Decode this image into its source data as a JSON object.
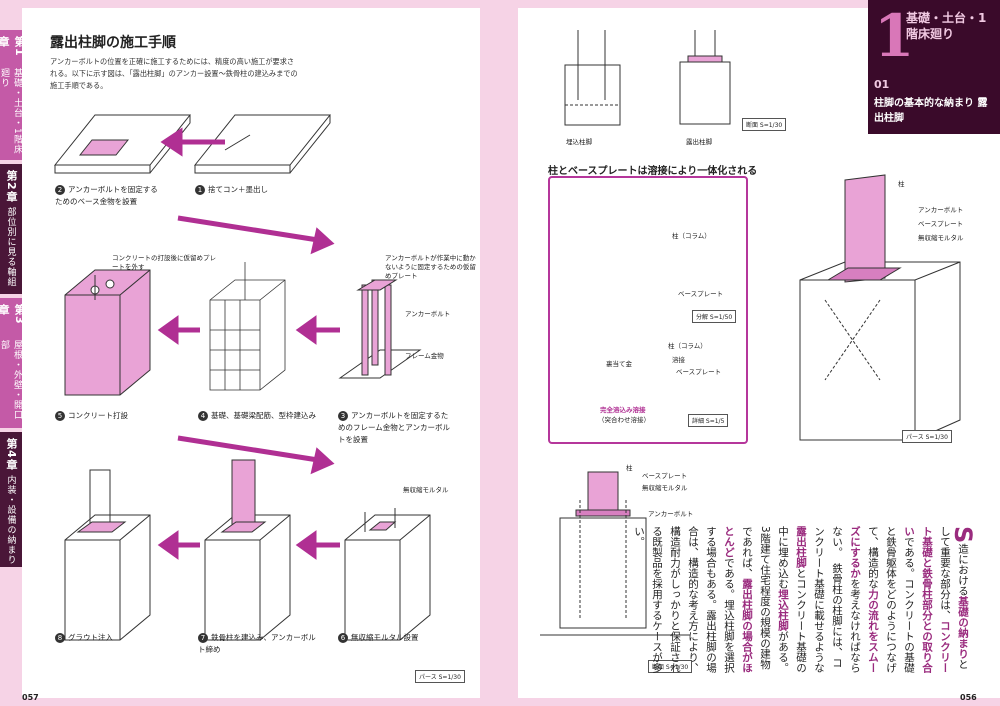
{
  "left": {
    "heading": "露出柱脚の施工手順",
    "intro": "アンカーボルトの位置を正確に施工するためには、精度の高い施工が要求される。以下に示す図は、「露出柱脚」のアンカー設置〜鉄骨柱の建込みまでの施工手順である。",
    "tabs": [
      {
        "num": "第1章",
        "label": "基礎・土台・1階床廻り"
      },
      {
        "num": "第2章",
        "label": "部位別に見る軸組"
      },
      {
        "num": "第3章",
        "label": "屋根・外壁・開口部"
      },
      {
        "num": "第4章",
        "label": "内装・設備の納まり"
      }
    ],
    "steps": [
      {
        "num": "1",
        "text": "捨てコン＋墨出し"
      },
      {
        "num": "2",
        "text": "アンカーボルトを固定するためのベース金物を設置"
      },
      {
        "num": "3",
        "text": "アンカーボルトを固定するためのフレーム金物とアンカーボルトを設置"
      },
      {
        "num": "4",
        "text": "基礎、基礎梁配筋、型枠建込み"
      },
      {
        "num": "5",
        "text": "コンクリート打設"
      },
      {
        "num": "6",
        "text": "無収縮モルタル設置"
      },
      {
        "num": "7",
        "text": "鉄骨柱を建込み、アンカーボルト締め"
      },
      {
        "num": "8",
        "text": "グラウト注入"
      }
    ],
    "labels": {
      "plate_note": "コンクリートの打設後に仮留めプレートを外す",
      "anchor_note": "アンカーボルトが作業中に動かないように固定するための仮留めプレート",
      "anchor_bolt": "アンカーボルト",
      "frame_hw": "フレーム金物",
      "mortar": "無収縮モルタル"
    },
    "scale": "パース S=1/30",
    "page_number": "057"
  },
  "right": {
    "chapter_number": "1",
    "chapter_title": "基礎・土台・1階床廻り",
    "section_number": "01",
    "section_title": "柱脚の基本的な納まり 露出柱脚",
    "top_labels": {
      "embedded": "埋込柱脚",
      "exposed": "露出柱脚",
      "scale": "断面 S=1/30"
    },
    "frame_title": "柱とベースプレートは溶接により一体化される",
    "frame_labels": {
      "column": "柱（コラム）",
      "baseplate": "ベースプレート",
      "scale1": "分解 S=1/50",
      "column2": "柱（コラム）",
      "weld": "溶接",
      "backing": "裏当て金",
      "baseplate2": "ベースプレート",
      "full_pen": "完全溶込み溶接",
      "butt": "（突合わせ溶接）",
      "scale2": "詳細 S=1/5"
    },
    "perspective_labels": {
      "column": "柱",
      "anchor": "アンカーボルト",
      "baseplate": "ベースプレート",
      "mortar": "無収縮モルタル",
      "scale": "パース S=1/30"
    },
    "section_labels": {
      "column": "柱",
      "baseplate": "ベースプレート",
      "mortar": "無収縮モルタル",
      "anchor": "アンカーボルト",
      "scale": "断面 S=1/30"
    },
    "body_S": "S",
    "body_1": "造における",
    "body_hl1": "基礎の納まり",
    "body_2": "として重要な部分は、",
    "body_hl2": "コンクリート基礎と鉄骨柱部分との取り合い",
    "body_3": "である。コンクリートの基礎と鉄骨躯体をどのようにつなげて、構造的な",
    "body_hl3": "力の流れをスムーズにするか",
    "body_4": "を考えなければならない。　鉄骨柱の柱脚には、コンクリート基礎に載せるような",
    "body_hl4": "露出柱脚",
    "body_5": "とコンクリート基礎の中に埋め込む",
    "body_hl5": "埋込柱脚",
    "body_6": "がある。3階建て住宅程度の規模の建物であれば、",
    "body_hl6": "露出柱脚の場合がほとんど",
    "body_7": "である。埋込柱脚を選択する場合もある。露出柱脚の場合は、構造的な考え方により、構造耐力がしっかりと保証される既製品を採用するケースが多い。",
    "page_number": "056"
  },
  "colors": {
    "accent": "#c0399f",
    "pink_fill": "#e9a3d6",
    "dark": "#3a0a2a",
    "bg": "#f6d3e6"
  }
}
